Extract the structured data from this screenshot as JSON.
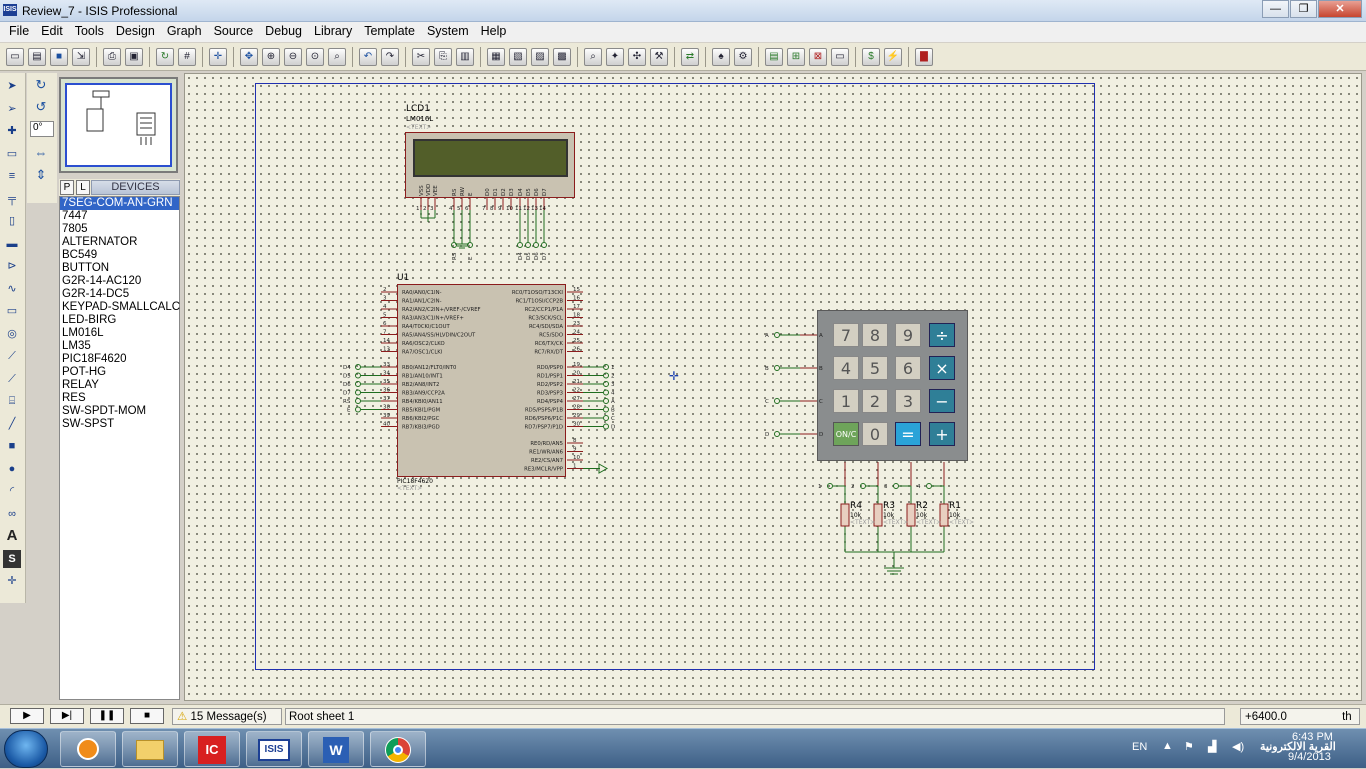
{
  "window": {
    "title": "Review_7 - ISIS Professional",
    "icon_text": "ISIS",
    "min": "—",
    "max": "❐",
    "close": "✕"
  },
  "menu": [
    "File",
    "Edit",
    "Tools",
    "Design",
    "Graph",
    "Source",
    "Debug",
    "Library",
    "Template",
    "System",
    "Help"
  ],
  "rotation": {
    "angle": "0°"
  },
  "devices": {
    "tab_p": "P",
    "tab_l": "L",
    "title": "DEVICES",
    "items": [
      "7SEG-COM-AN-GRN",
      "7447",
      "7805",
      "ALTERNATOR",
      "BC549",
      "BUTTON",
      "G2R-14-AC120",
      "G2R-14-DC5",
      "KEYPAD-SMALLCALC",
      "LED-BIRG",
      "LM016L",
      "LM35",
      "PIC18F4620",
      "POT-HG",
      "RELAY",
      "RES",
      "SW-SPDT-MOM",
      "SW-SPST"
    ],
    "selected": "7SEG-COM-AN-GRN"
  },
  "schematic": {
    "lcd": {
      "ref": "LCD1",
      "part": "LM016L",
      "text": "<TEXT>",
      "pins": [
        "VSS",
        "VDD",
        "VEE",
        "RS",
        "RW",
        "E",
        "D0",
        "D1",
        "D2",
        "D3",
        "D4",
        "D5",
        "D6",
        "D7"
      ],
      "pin_nums": [
        "1",
        "2",
        "3",
        "4",
        "5",
        "6",
        "7",
        "8",
        "9",
        "10",
        "11",
        "12",
        "13",
        "14"
      ],
      "net_labels": [
        "RS",
        "E",
        "D4",
        "D5",
        "D6",
        "D7"
      ]
    },
    "mcu": {
      "ref": "U1",
      "part": "PIC18F4620",
      "text": "<TEXT>",
      "left_pins": [
        "RA0/AN0/C1IN-",
        "RA1/AN1/C2IN-",
        "RA2/AN2/C2IN+/VREF-/CVREF",
        "RA3/AN3/C1IN+/VREF+",
        "RA4/T0CKI/C1OUT",
        "RA5/AN4/SS/HLVDIN/C2OUT",
        "RA6/OSC2/CLKO",
        "RA7/OSC1/CLKI",
        "RB0/AN12/FLT0/INT0",
        "RB1/AN10/INT1",
        "RB2/AN8/INT2",
        "RB3/AN9/CCP2A",
        "RB4/KBI0/AN11",
        "RB5/KBI1/PGM",
        "RB6/KBI2/PGC",
        "RB7/KBI3/PGD"
      ],
      "left_nums": [
        "2",
        "3",
        "4",
        "5",
        "6",
        "7",
        "14",
        "13",
        "33",
        "34",
        "35",
        "36",
        "37",
        "38",
        "39",
        "40"
      ],
      "right_pins": [
        "RC0/T1OSO/T13CKI",
        "RC1/T1OSI/CCP2B",
        "RC2/CCP1/P1A",
        "RC3/SCK/SCL",
        "RC4/SDI/SDA",
        "RC5/SDO",
        "RC6/TX/CK",
        "RC7/RX/DT",
        "RD0/PSP0",
        "RD1/PSP1",
        "RD2/PSP2",
        "RD3/PSP3",
        "RD4/PSP4",
        "RD5/PSP5/P1B",
        "RD6/PSP6/P1C",
        "RD7/PSP7/P1D",
        "RE0/RD/AN5",
        "RE1/WR/AN6",
        "RE2/CS/AN7",
        "RE3/MCLR/VPP"
      ],
      "right_nums": [
        "15",
        "16",
        "17",
        "18",
        "23",
        "24",
        "25",
        "26",
        "19",
        "20",
        "21",
        "22",
        "27",
        "28",
        "29",
        "30",
        "8",
        "9",
        "10",
        "1"
      ],
      "left_nets": [
        "D4",
        "D5",
        "D6",
        "D7",
        "RS",
        "E"
      ],
      "right_nets": [
        "1",
        "2",
        "3",
        "4",
        "A",
        "B",
        "C",
        "D"
      ]
    },
    "keypad": {
      "row_labels": [
        "A",
        "B",
        "C",
        "D"
      ],
      "keys": [
        "7",
        "8",
        "9",
        "÷",
        "4",
        "5",
        "6",
        "×",
        "1",
        "2",
        "3",
        "−",
        "ON/C",
        "0",
        "=",
        "+"
      ],
      "col_nums": [
        "1",
        "2",
        "3",
        "4"
      ]
    },
    "resistors": [
      {
        "ref": "R4",
        "value": "10k",
        "text": "<TEXT>"
      },
      {
        "ref": "R3",
        "value": "10k",
        "text": "<TEXT>"
      },
      {
        "ref": "R2",
        "value": "10k",
        "text": "<TEXT>"
      },
      {
        "ref": "R1",
        "value": "10k",
        "text": "<TEXT>"
      }
    ]
  },
  "status": {
    "messages": "15 Message(s)",
    "sheet": "Root sheet 1",
    "coords": "+6400.0",
    "coords_tail": "th"
  },
  "tray": {
    "lang": "EN",
    "time": "6:43 PM",
    "date": "9/4/2013",
    "watermark": "القرية الالكترونية"
  }
}
